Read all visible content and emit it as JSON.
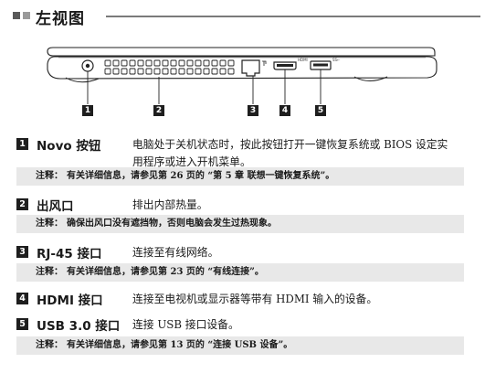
{
  "section": {
    "title": "左视图"
  },
  "callouts": [
    "1",
    "2",
    "3",
    "4",
    "5"
  ],
  "port_tags": {
    "hdmi": "HDMI",
    "usb": "SS←"
  },
  "items": [
    {
      "number": "1",
      "name": "Novo 按钮",
      "description": "电脑处于关机状态时，按此按钮打开一键恢复系统或 BIOS 设定实用程序或进入开机菜单。"
    },
    {
      "number": "2",
      "name": "出风口",
      "description": "排出内部热量。"
    },
    {
      "number": "3",
      "name": "RJ-45 接口",
      "description": "连接至有线网络。"
    },
    {
      "number": "4",
      "name": "HDMI 接口",
      "description": "连接至电视机或显示器等带有 HDMI 输入的设备。"
    },
    {
      "number": "5",
      "name": "USB 3.0 接口",
      "description": "连接 USB 接口设备。"
    }
  ],
  "notes": [
    {
      "label": "注释：",
      "text": "有关详细信息，请参见第 26 页的 “第 5 章 联想一键恢复系统”。"
    },
    {
      "label": "注释：",
      "text": "确保出风口没有遮挡物，否则电脑会发生过热现象。"
    },
    {
      "label": "注释：",
      "text": "有关详细信息，请参见第 23 页的 “有线连接”。"
    },
    {
      "label": "注释：",
      "text": "有关详细信息，请参见第 13 页的 “连接 USB 设备”。"
    }
  ]
}
